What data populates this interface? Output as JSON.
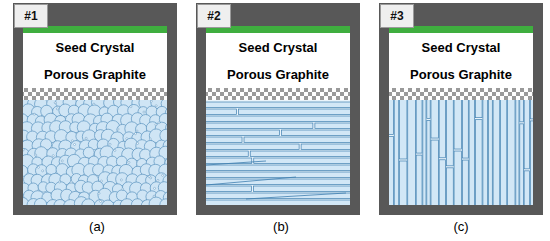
{
  "diagram": {
    "nodes": [
      {
        "text": [
          "#1"
        ]
      },
      {
        "text": [
          "Seed Crystal"
        ],
        "in": 0
      },
      {
        "text": [
          "Porous Graphite"
        ],
        "in": 0
      },
      {
        "text": [
          "#2"
        ]
      },
      {
        "text": [
          "Seed Crystal"
        ],
        "in": 3
      },
      {
        "text": [
          "Porous Graphite"
        ],
        "in": 3
      },
      {
        "text": [
          "#3"
        ]
      },
      {
        "text": [
          "Seed Crystal"
        ],
        "in": 6
      },
      {
        "text": [
          "Porous Graphite"
        ],
        "in": 6
      }
    ],
    "labels": [
      "(a)",
      "(b)",
      "(c)"
    ]
  }
}
